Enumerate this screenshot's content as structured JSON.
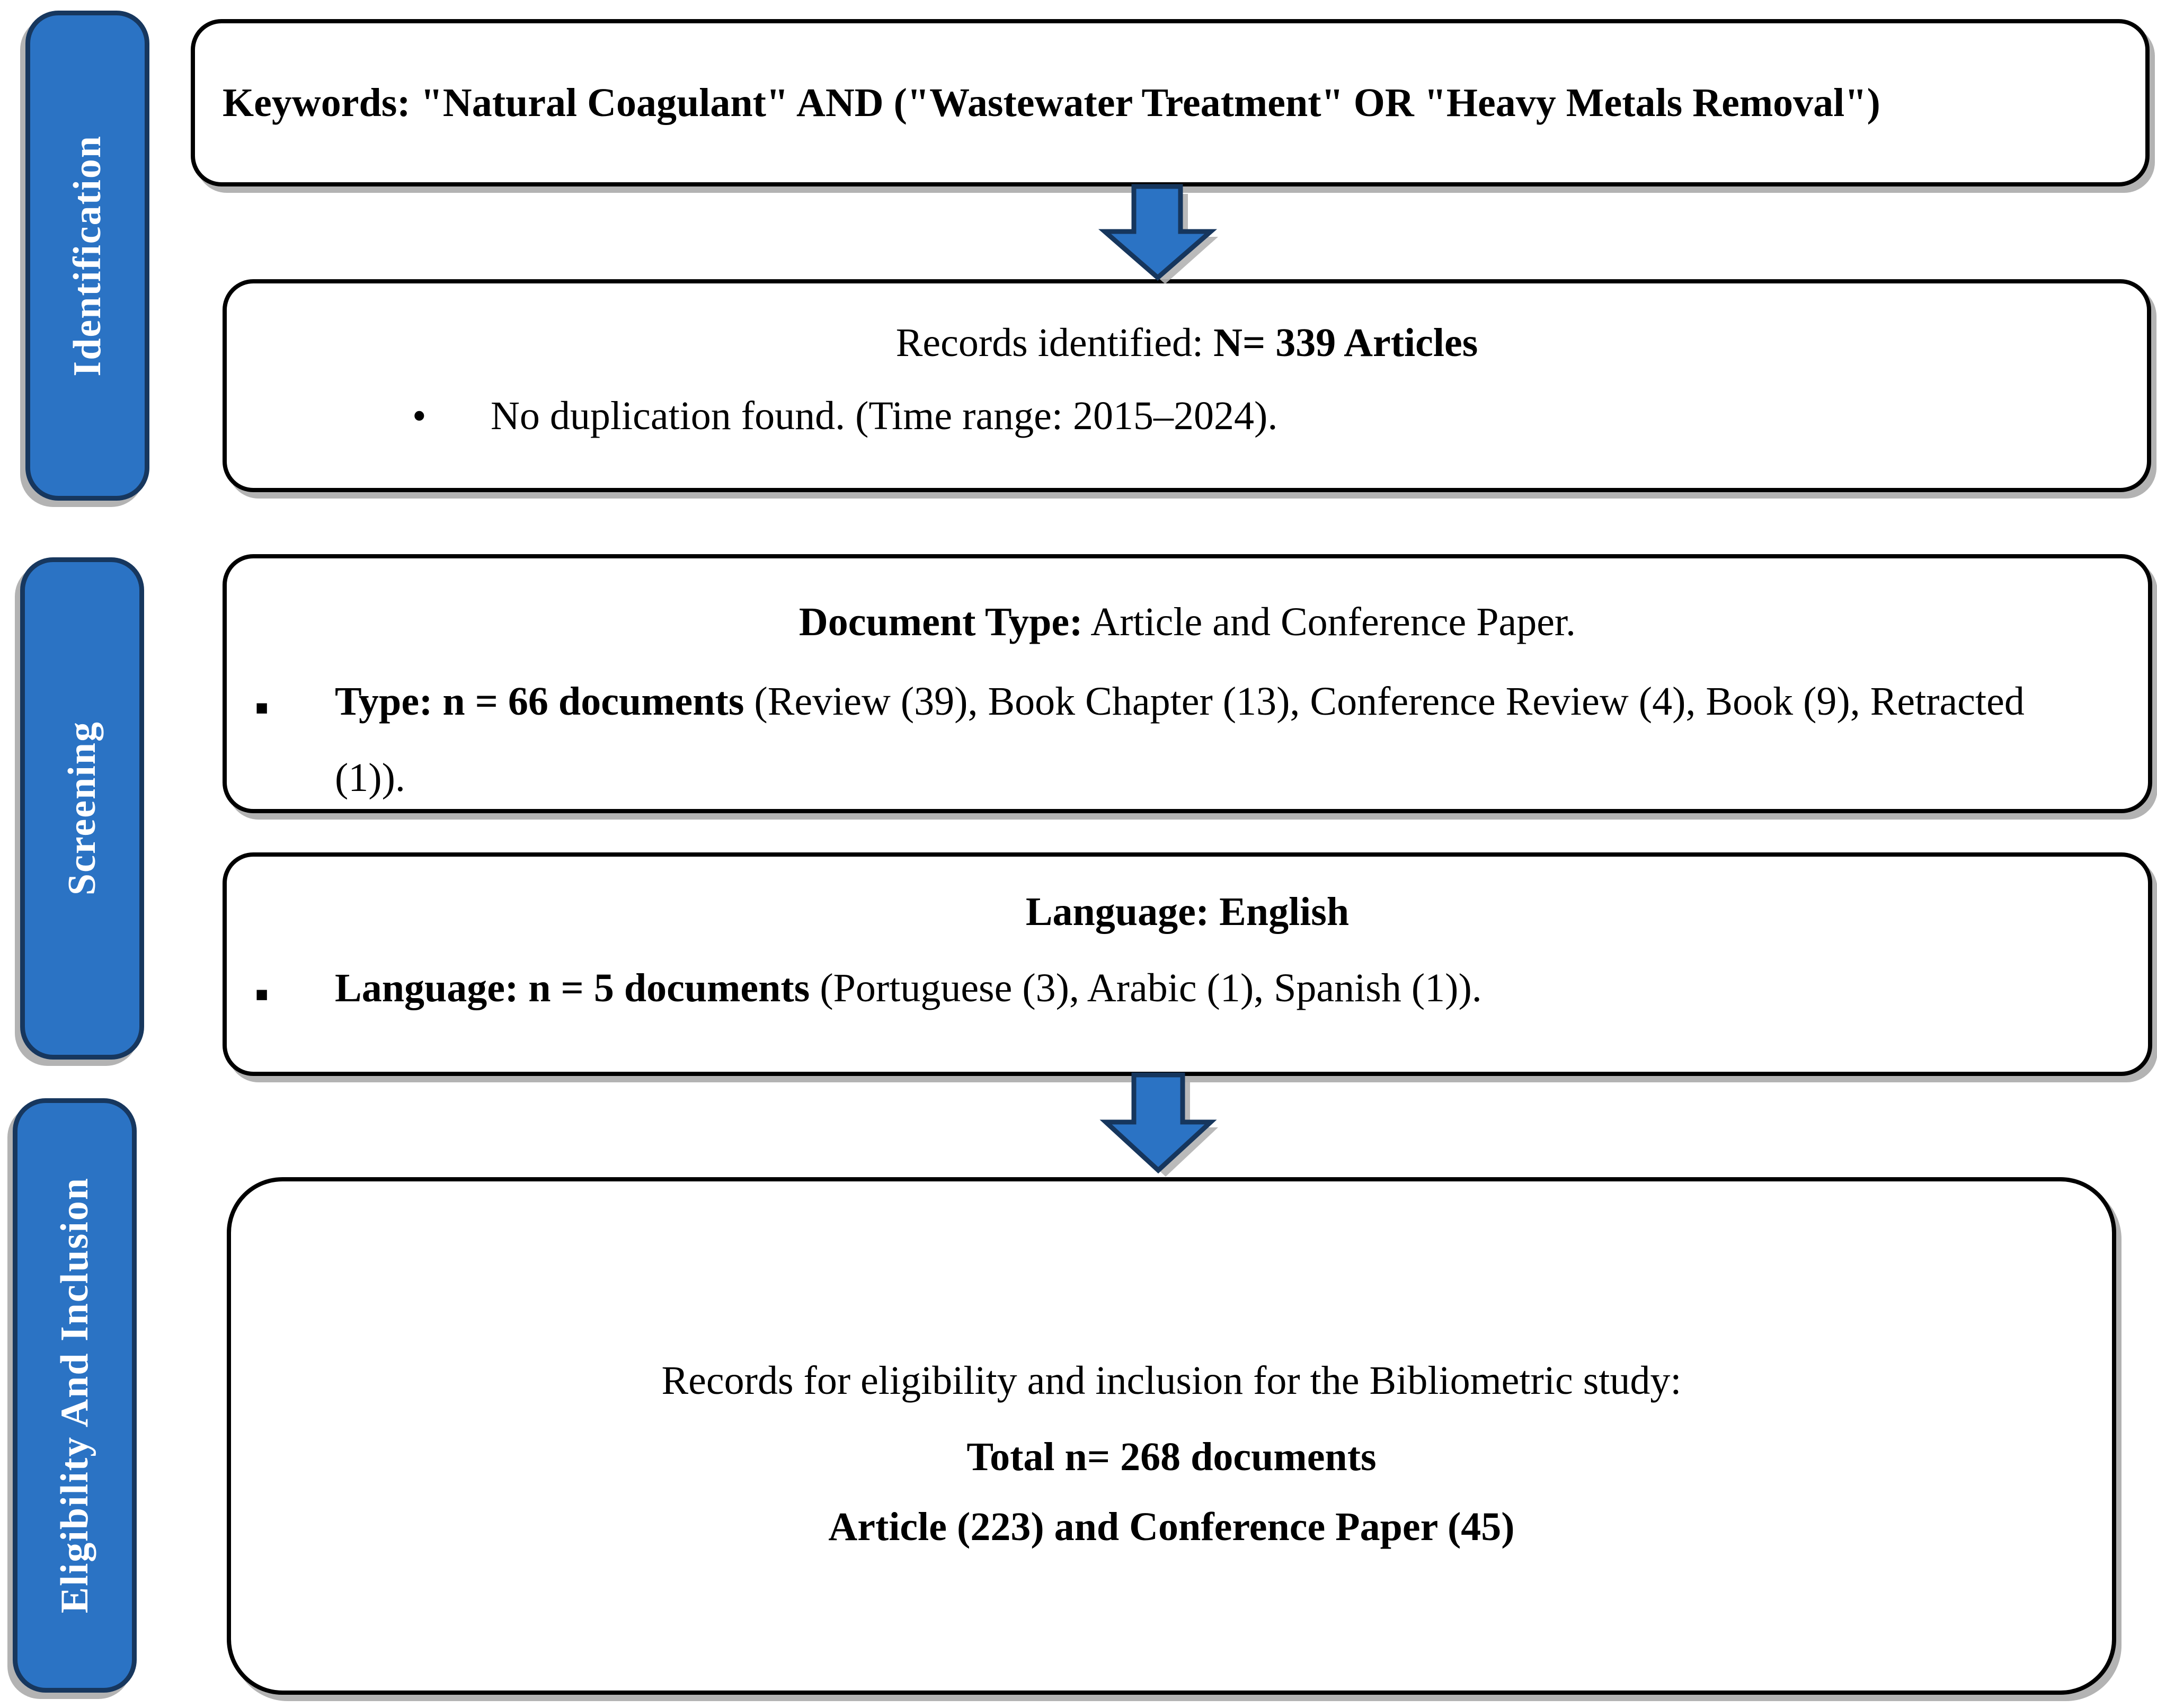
{
  "colors": {
    "bar_fill": "#2B73C4",
    "bar_border": "#17375E",
    "bar_text": "#FFFFFF",
    "box_fill": "#FFFFFF",
    "box_border": "#000000",
    "arrow_fill": "#2B73C4",
    "arrow_border": "#16365D",
    "shadow": "#B3B3B3",
    "text": "#000000"
  },
  "markers": {
    "dot": "•",
    "square": "■"
  },
  "sidebar": {
    "stages": [
      {
        "label": "Identification"
      },
      {
        "label": "Screening"
      },
      {
        "label": "Eligibility And Inclusion"
      }
    ]
  },
  "boxes": {
    "keywords": {
      "text": "Keywords: \"Natural Coagulant\" AND (\"Wastewater Treatment\" OR \"Heavy Metals Removal\")"
    },
    "records": {
      "title_prefix": "Records identified: ",
      "title_bold": "N= 339 Articles",
      "bullet": "No duplication found. (Time range: 2015–2024)."
    },
    "doctype": {
      "title_bold": "Document Type:",
      "title_rest": " Article and Conference Paper.",
      "bullet_bold": "Type: n = 66 documents ",
      "bullet_rest": "(Review (39), Book Chapter (13), Conference Review (4), Book (9), Retracted (1))."
    },
    "language": {
      "title_bold": "Language: English",
      "bullet_bold": "Language: n = 5 documents ",
      "bullet_rest": "(Portuguese (3), Arabic (1), Spanish (1))."
    },
    "eligibility": {
      "line1": "Records for eligibility and inclusion for the Bibliometric study:",
      "line2": "Total n= 268 documents",
      "line3": "Article (223) and Conference Paper (45)"
    }
  }
}
